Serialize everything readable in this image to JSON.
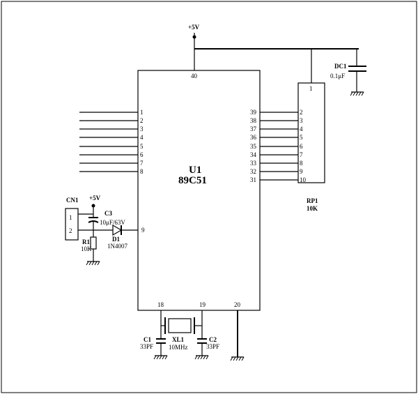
{
  "supply": {
    "vcc_top": "+5V",
    "vcc_reset": "+5V"
  },
  "mcu": {
    "ref": "U1",
    "part": "89C51",
    "pin_vcc": "40",
    "pin_xtal1": "18",
    "pin_xtal2": "19",
    "pin_gnd": "20",
    "pin_reset": "9"
  },
  "port_left": [
    "1",
    "2",
    "3",
    "4",
    "5",
    "6",
    "7",
    "8"
  ],
  "port_right": [
    "39",
    "38",
    "37",
    "36",
    "35",
    "34",
    "33",
    "32",
    "31"
  ],
  "rnet": {
    "ref": "RP1",
    "value": "10K",
    "pin_common": "1",
    "pins": [
      "2",
      "3",
      "4",
      "5",
      "6",
      "7",
      "8",
      "9",
      "10"
    ]
  },
  "decoupling": {
    "ref": "DC1",
    "value": "0.1μF"
  },
  "connector": {
    "ref": "CN1",
    "pin1": "1",
    "pin2": "2"
  },
  "reset_cap": {
    "ref": "C3",
    "value": "10μF/63V"
  },
  "diode": {
    "ref": "D1",
    "part": "1N4007"
  },
  "reset_res": {
    "ref": "R1",
    "value": "10K"
  },
  "crystal": {
    "ref": "XL1",
    "value": "10MHz"
  },
  "cap1": {
    "ref": "C1",
    "value": "33PF"
  },
  "cap2": {
    "ref": "C2",
    "value": "33PF"
  }
}
